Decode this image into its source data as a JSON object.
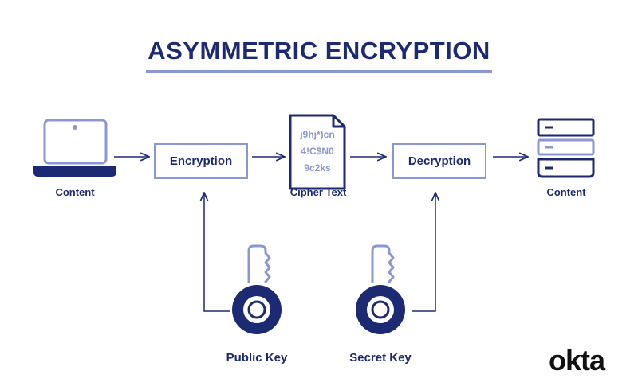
{
  "diagram": {
    "title": "ASYMMETRIC ENCRYPTION",
    "source_caption": "Content",
    "encryption_label": "Encryption",
    "cipher_lines": [
      "j9hj*)cn",
      "4!C$N0",
      "9c2ks"
    ],
    "cipher_caption": "Cipher Text",
    "decryption_label": "Decryption",
    "destination_caption": "Content",
    "public_key_label": "Public Key",
    "secret_key_label": "Secret Key"
  },
  "brand": {
    "logo_text": "okta"
  },
  "colors": {
    "navy": "#1b2a72",
    "periwinkle": "#8b97d3",
    "background": "#ffffff"
  },
  "icons": [
    "laptop-icon",
    "document-icon",
    "server-stack-icon",
    "key-icon"
  ]
}
